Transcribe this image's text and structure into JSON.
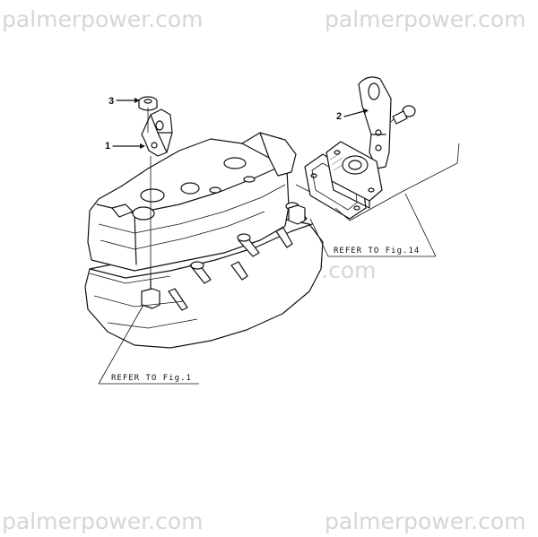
{
  "watermark": {
    "text": "palmerpower.com",
    "color": "#d6d6d6"
  },
  "callouts": {
    "part_1": "1",
    "part_2": "2",
    "part_3": "3"
  },
  "references": {
    "ref_fig14": "REFER TO Fig.14",
    "ref_fig1": "REFER TO Fig.1"
  }
}
